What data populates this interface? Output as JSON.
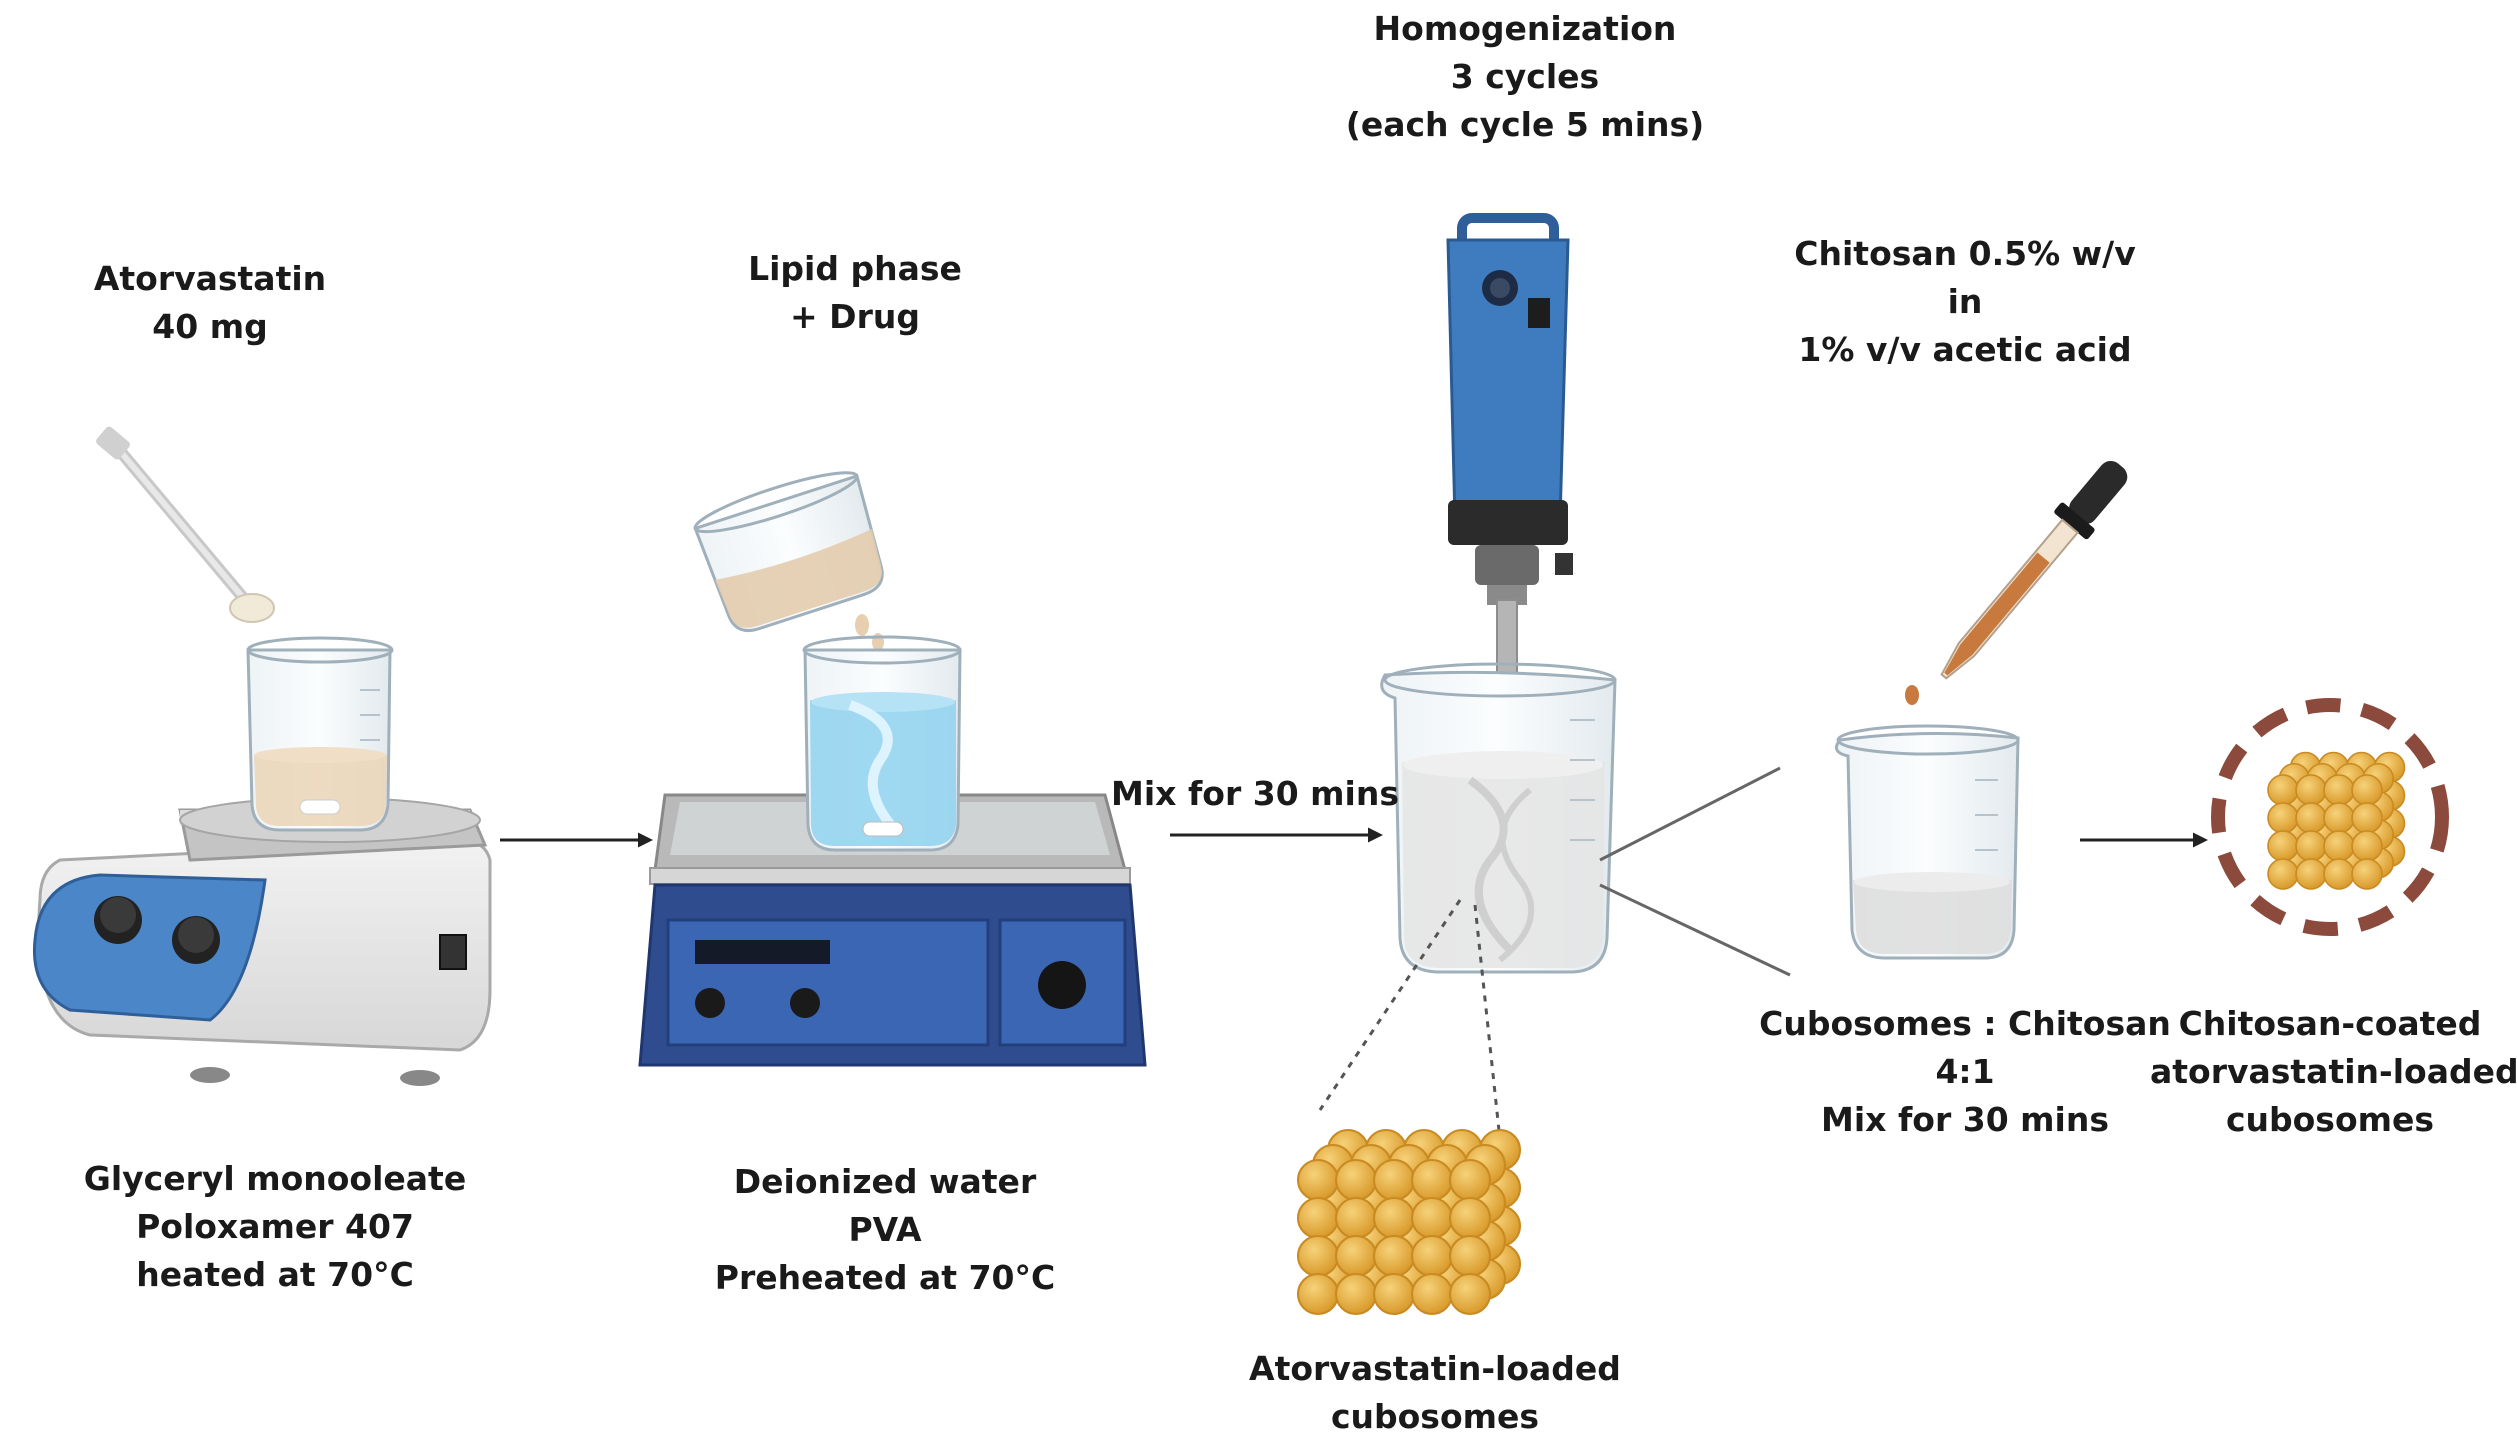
{
  "labels": {
    "atorvastatin": [
      "Atorvastatin",
      "40 mg"
    ],
    "glyceryl": [
      "Glyceryl monooleate",
      "Poloxamer 407",
      "heated at 70°C"
    ],
    "lipid_phase": [
      "Lipid phase",
      "+ Drug"
    ],
    "deionized": [
      "Deionized water",
      "PVA",
      "Preheated at 70°C"
    ],
    "mix_step": "Mix for 30 mins",
    "homogenization": [
      "Homogenization",
      "3 cycles",
      "(each cycle 5 mins)"
    ],
    "atorvastatin_cubosomes": [
      "Atorvastatin-loaded",
      "cubosomes"
    ],
    "chitosan_solution": [
      "Chitosan 0.5% w/v",
      "in",
      "1% v/v acetic acid"
    ],
    "ratio": [
      "Cubosomes : Chitosan",
      "4:1",
      "Mix for 30 mins"
    ],
    "final_product": [
      "Chitosan-coated",
      "atorvastatin-loaded",
      "cubosomes"
    ]
  },
  "colors": {
    "equipment_blue": "#3f7cbf",
    "equipment_dark_blue": "#2f4c8f",
    "cubosome_gold": "#e8b448",
    "chitosan_ring": "#8b4a3c",
    "water_blue": "#8fd1ee",
    "lipid_beige": "#e9d2b6",
    "arrow": "#222222"
  },
  "icons": [
    "spatula-icon",
    "hot-plate-stirrer-icon",
    "beaker-icon",
    "pouring-beaker-icon",
    "magnetic-stirrer-icon",
    "homogenizer-icon",
    "dropper-icon",
    "cubosome-icon",
    "coated-cubosome-icon",
    "arrow-icon"
  ]
}
